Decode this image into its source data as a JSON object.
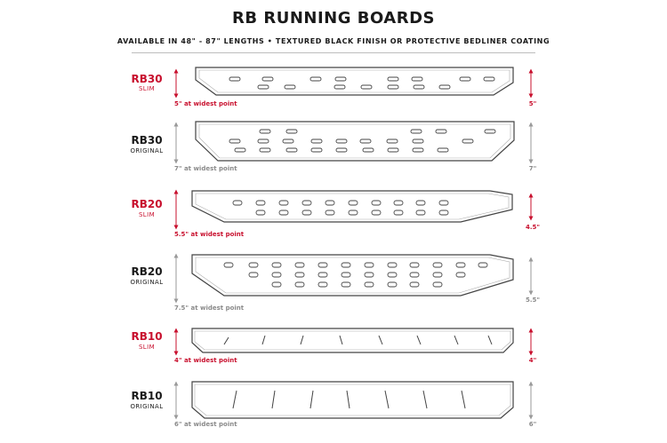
{
  "header": {
    "title": "RB RUNNING BOARDS",
    "subtitle": "AVAILABLE IN 48\" - 87\" LENGTHS  •  TEXTURED BLACK FINISH OR PROTECTIVE BEDLINER COATING"
  },
  "colors": {
    "red": "#c8102e",
    "gray": "#8a8a8a",
    "dark": "#1a1a1a"
  },
  "boards": [
    {
      "model": "RB30",
      "variant": "SLIM",
      "width_label": "5\" at widest point",
      "end_label": "5\"",
      "highlight": true
    },
    {
      "model": "RB30",
      "variant": "ORIGINAL",
      "width_label": "7\" at widest point",
      "end_label": "7\"",
      "highlight": false
    },
    {
      "model": "RB20",
      "variant": "SLIM",
      "width_label": "5.5\" at widest point",
      "end_label": "4.5\"",
      "highlight": true
    },
    {
      "model": "RB20",
      "variant": "ORIGINAL",
      "width_label": "7.5\" at widest point",
      "end_label": "5.5\"",
      "highlight": false
    },
    {
      "model": "RB10",
      "variant": "SLIM",
      "width_label": "4\" at widest point",
      "end_label": "4\"",
      "highlight": true
    },
    {
      "model": "RB10",
      "variant": "ORIGINAL",
      "width_label": "6\" at widest point",
      "end_label": "6\"",
      "highlight": false
    }
  ]
}
